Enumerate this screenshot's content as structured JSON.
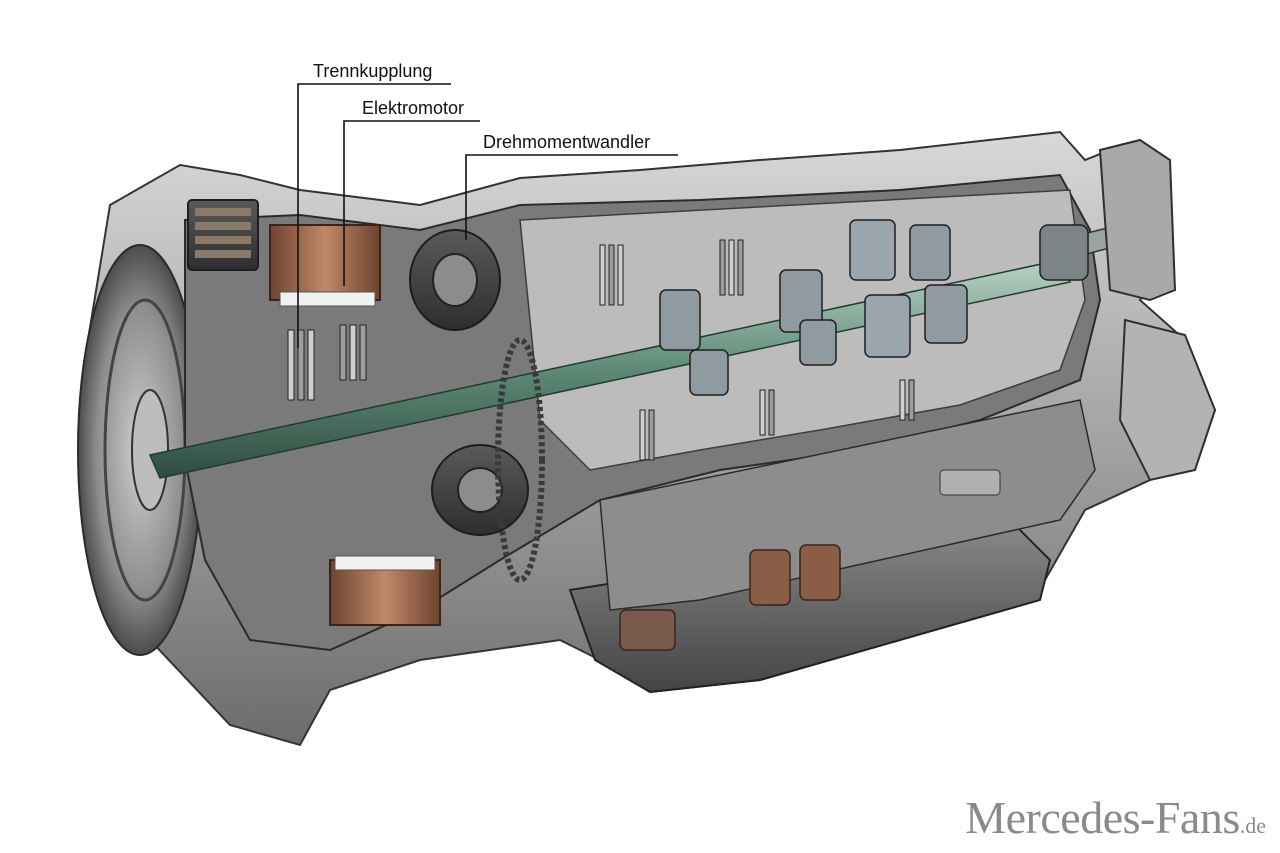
{
  "callouts": [
    {
      "id": "trennkupplung",
      "label": "Trennkupplung"
    },
    {
      "id": "elektromotor",
      "label": "Elektromotor"
    },
    {
      "id": "drehmomentwandler",
      "label": "Drehmomentwandler"
    }
  ],
  "watermark": {
    "brand": "Mercedes-Fans",
    "tld": ".de"
  },
  "colors": {
    "housing": "#9a9a9a",
    "housing_dark": "#4a4a4a",
    "shaft": "#5e8a78",
    "copper": "#a0684a",
    "leader_line": "#111111",
    "watermark": "#8a8a8a"
  }
}
